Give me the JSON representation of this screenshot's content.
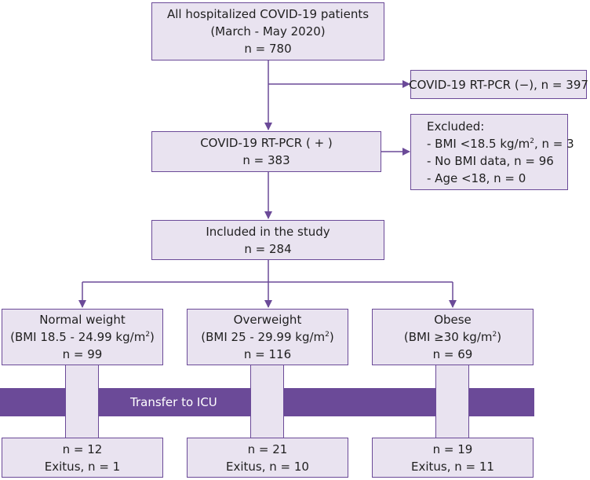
{
  "boxes": {
    "all_patients": {
      "lines": [
        "All hospitalized COVID-19 patients",
        "(March - May 2020)",
        "n = 780"
      ]
    },
    "pcr_negative": {
      "text": "COVID-19 RT-PCR (−), n = 397"
    },
    "pcr_positive": {
      "lines": [
        "COVID-19 RT-PCR ( + )",
        "n = 383"
      ]
    },
    "excluded": {
      "title": "Excluded:",
      "bmi_prefix": "- BMI <18.5 kg/m",
      "bmi_sup": "2",
      "bmi_suffix": ", n = 3",
      "no_bmi": "- No BMI data, n = 96",
      "age": "- Age <18, n = 0"
    },
    "included": {
      "lines": [
        "Included in the study",
        "n = 284"
      ]
    },
    "normal": {
      "title": "Normal weight",
      "bmi_prefix": "(BMI 18.5 - 24.99 kg/m",
      "sup": "2",
      "bmi_suffix": ")",
      "n": "n = 99"
    },
    "overweight": {
      "title": "Overweight",
      "bmi_prefix": "(BMI 25 - 29.99 kg/m",
      "sup": "2",
      "bmi_suffix": ")",
      "n": "n = 116"
    },
    "obese": {
      "title": "Obese",
      "bmi_prefix": "(BMI ≥30 kg/m",
      "sup": "2",
      "bmi_suffix": ")",
      "n": "n = 69"
    },
    "normal_outcome": {
      "lines": [
        "n = 12",
        "Exitus, n = 1"
      ]
    },
    "overweight_outcome": {
      "lines": [
        "n = 21",
        "Exitus, n = 10"
      ]
    },
    "obese_outcome": {
      "lines": [
        "n = 19",
        "Exitus, n = 11"
      ]
    }
  },
  "band_label": "Transfer to ICU",
  "colors": {
    "box_fill": "#e9e3f0",
    "border": "#6b4a98",
    "band": "#6b4a98",
    "band_text": "#ffffff"
  }
}
